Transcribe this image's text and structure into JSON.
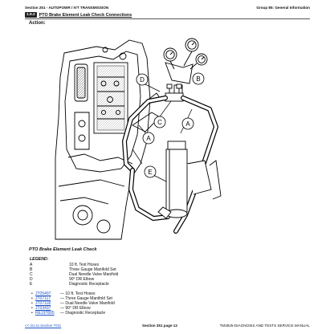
{
  "header": {
    "left": "Section 251 - AUTOPOWR / IVT TRANSMISSION",
    "right": "Group 85: General Information"
  },
  "section": {
    "number": "1.9.2",
    "title": "PTO Brake Element Leak Check Connections"
  },
  "action_label": "Action:",
  "figure": {
    "callouts": [
      "A",
      "B",
      "C",
      "D",
      "E"
    ]
  },
  "caption": "PTO Brake Element Leak Check",
  "legend": {
    "title": "LEGEND:",
    "items": [
      {
        "key": "A",
        "label": "10 ft. Test Hoses"
      },
      {
        "key": "B",
        "label": "Three Gauge Manifold Set"
      },
      {
        "key": "C",
        "label": "Dual Needle Valve Manifold"
      },
      {
        "key": "D",
        "label": "90° DR Elbow"
      },
      {
        "key": "E",
        "label": "Diagnostic Receptacle"
      }
    ]
  },
  "tools": [
    {
      "bullet": "•",
      "number": "JT05497",
      "desc": "— 10 ft. Test Hoses"
    },
    {
      "bullet": "•",
      "number": "JT07117",
      "desc": "— Three Gauge Manifold Set"
    },
    {
      "bullet": "•",
      "number": "JT07118",
      "desc": "— Dual Needle Valve Manifold"
    },
    {
      "bullet": "•",
      "number": "JT03437",
      "desc": "— 90° DR Elbow"
    },
    {
      "bullet": "•",
      "number": "RE19?805",
      "desc": "— Diagnostic Receptacle"
    }
  ],
  "footer": {
    "left": "<< Go to Section TOC",
    "center": "Section 251 page 12",
    "right": "TM3925-DIAGNOSIS AND TESTS SERVICE MANUAL"
  }
}
